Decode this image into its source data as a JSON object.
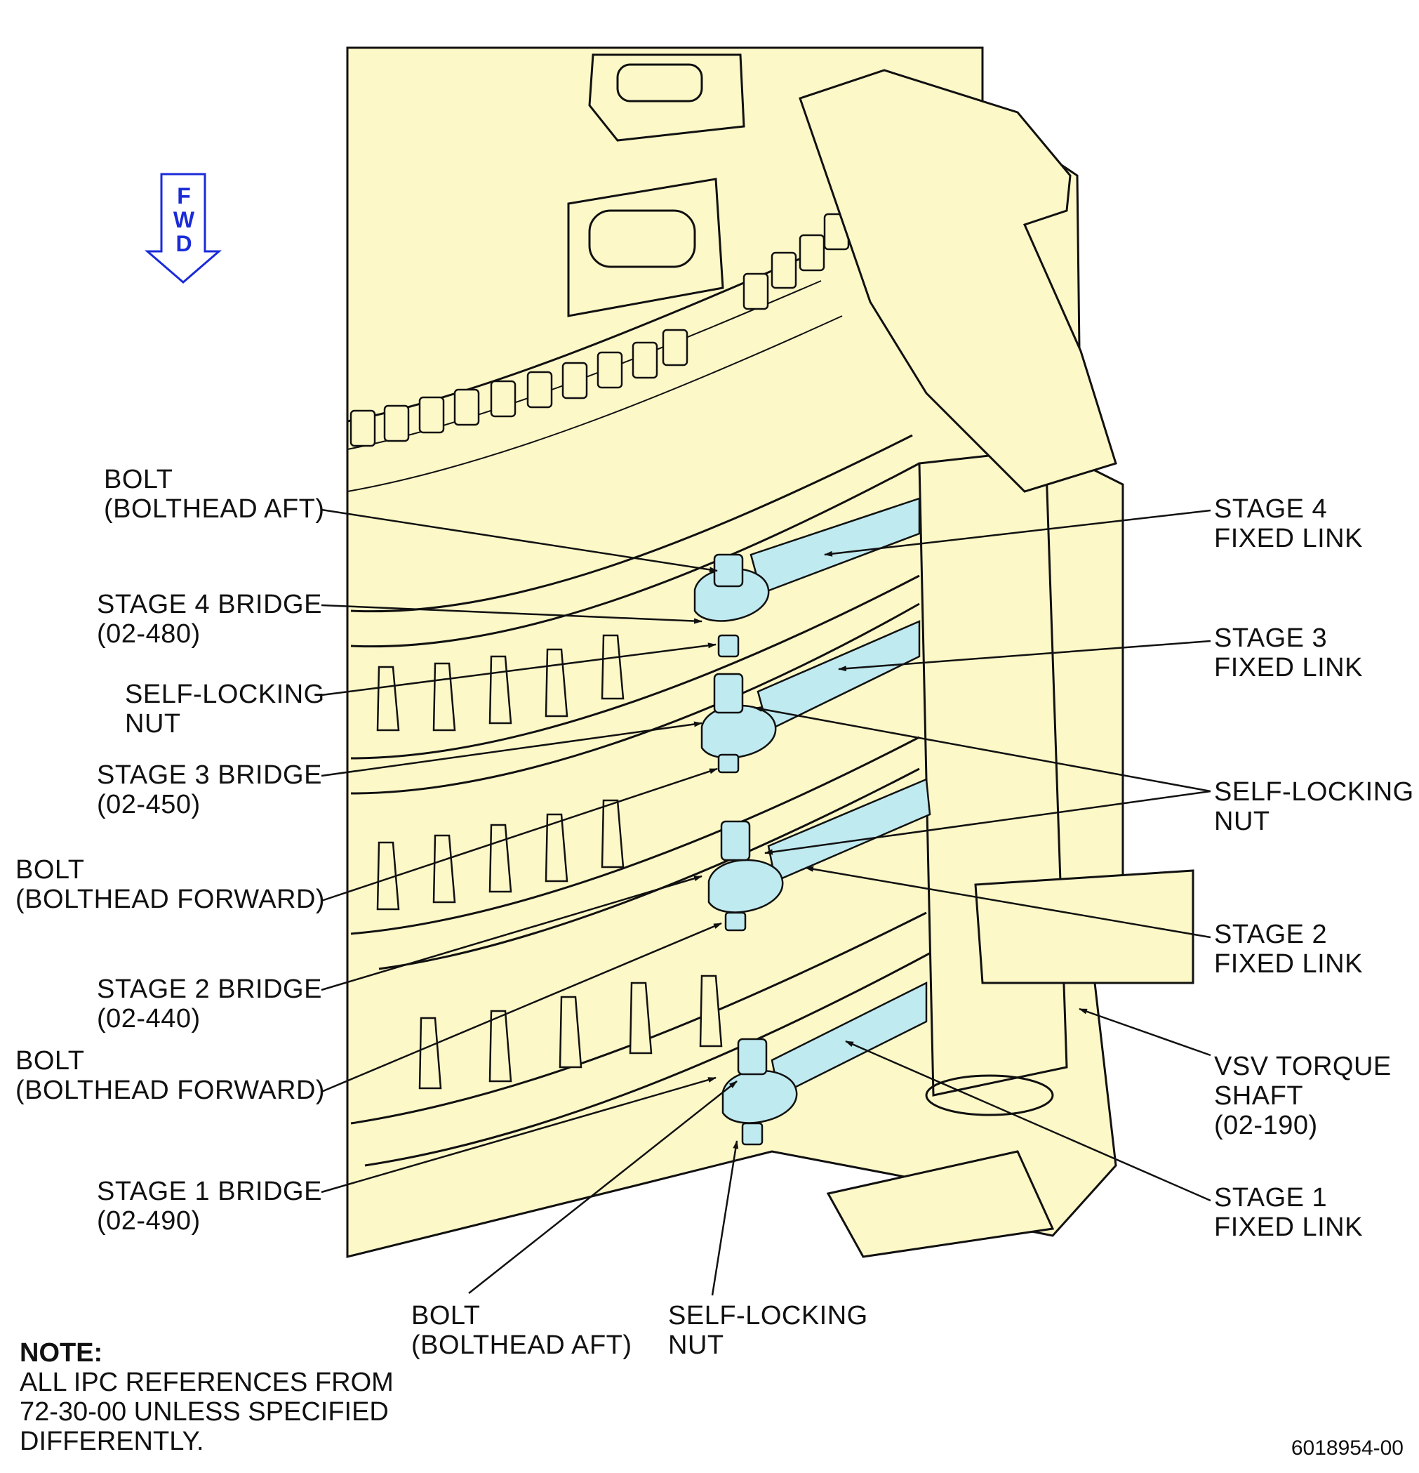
{
  "fwd_indicator": {
    "letters": [
      "F",
      "W",
      "D"
    ],
    "color": "#1a2bd8"
  },
  "colors": {
    "part_fill": "#fdf8c8",
    "highlight_fill": "#bfeaf0",
    "outline": "#111111"
  },
  "callouts_left": [
    {
      "id": "bolt-bolthead-aft-upper",
      "lines": [
        "BOLT",
        "(BOLTHEAD AFT)"
      ]
    },
    {
      "id": "stage-4-bridge",
      "lines": [
        "STAGE 4 BRIDGE",
        "(02-480)"
      ]
    },
    {
      "id": "self-locking-nut-left",
      "lines": [
        "SELF-LOCKING",
        "NUT"
      ]
    },
    {
      "id": "stage-3-bridge",
      "lines": [
        "STAGE 3 BRIDGE",
        "(02-450)"
      ]
    },
    {
      "id": "bolt-bolthead-forward-upper",
      "lines": [
        "BOLT",
        "(BOLTHEAD FORWARD)"
      ]
    },
    {
      "id": "stage-2-bridge",
      "lines": [
        "STAGE 2 BRIDGE",
        "(02-440)"
      ]
    },
    {
      "id": "bolt-bolthead-forward-lower",
      "lines": [
        "BOLT",
        "(BOLTHEAD FORWARD)"
      ]
    },
    {
      "id": "stage-1-bridge",
      "lines": [
        "STAGE 1 BRIDGE",
        "(02-490)"
      ]
    }
  ],
  "callouts_right": [
    {
      "id": "stage-4-fixed-link",
      "lines": [
        "STAGE 4",
        "FIXED LINK"
      ]
    },
    {
      "id": "stage-3-fixed-link",
      "lines": [
        "STAGE 3",
        "FIXED LINK"
      ]
    },
    {
      "id": "self-locking-nut-right",
      "lines": [
        "SELF-LOCKING",
        "NUT"
      ]
    },
    {
      "id": "stage-2-fixed-link",
      "lines": [
        "STAGE 2",
        "FIXED LINK"
      ]
    },
    {
      "id": "vsv-torque-shaft",
      "lines": [
        "VSV TORQUE",
        "SHAFT",
        "(02-190)"
      ]
    },
    {
      "id": "stage-1-fixed-link",
      "lines": [
        "STAGE 1",
        "FIXED LINK"
      ]
    }
  ],
  "callouts_bottom": [
    {
      "id": "bolt-bolthead-aft-lower",
      "lines": [
        "BOLT",
        "(BOLTHEAD AFT)"
      ]
    },
    {
      "id": "self-locking-nut-bottom",
      "lines": [
        "SELF-LOCKING",
        "NUT"
      ]
    }
  ],
  "note": {
    "heading": "NOTE:",
    "lines": [
      "ALL IPC REFERENCES FROM",
      "72-30-00 UNLESS SPECIFIED",
      "DIFFERENTLY."
    ]
  },
  "figure_number": "6018954-00"
}
